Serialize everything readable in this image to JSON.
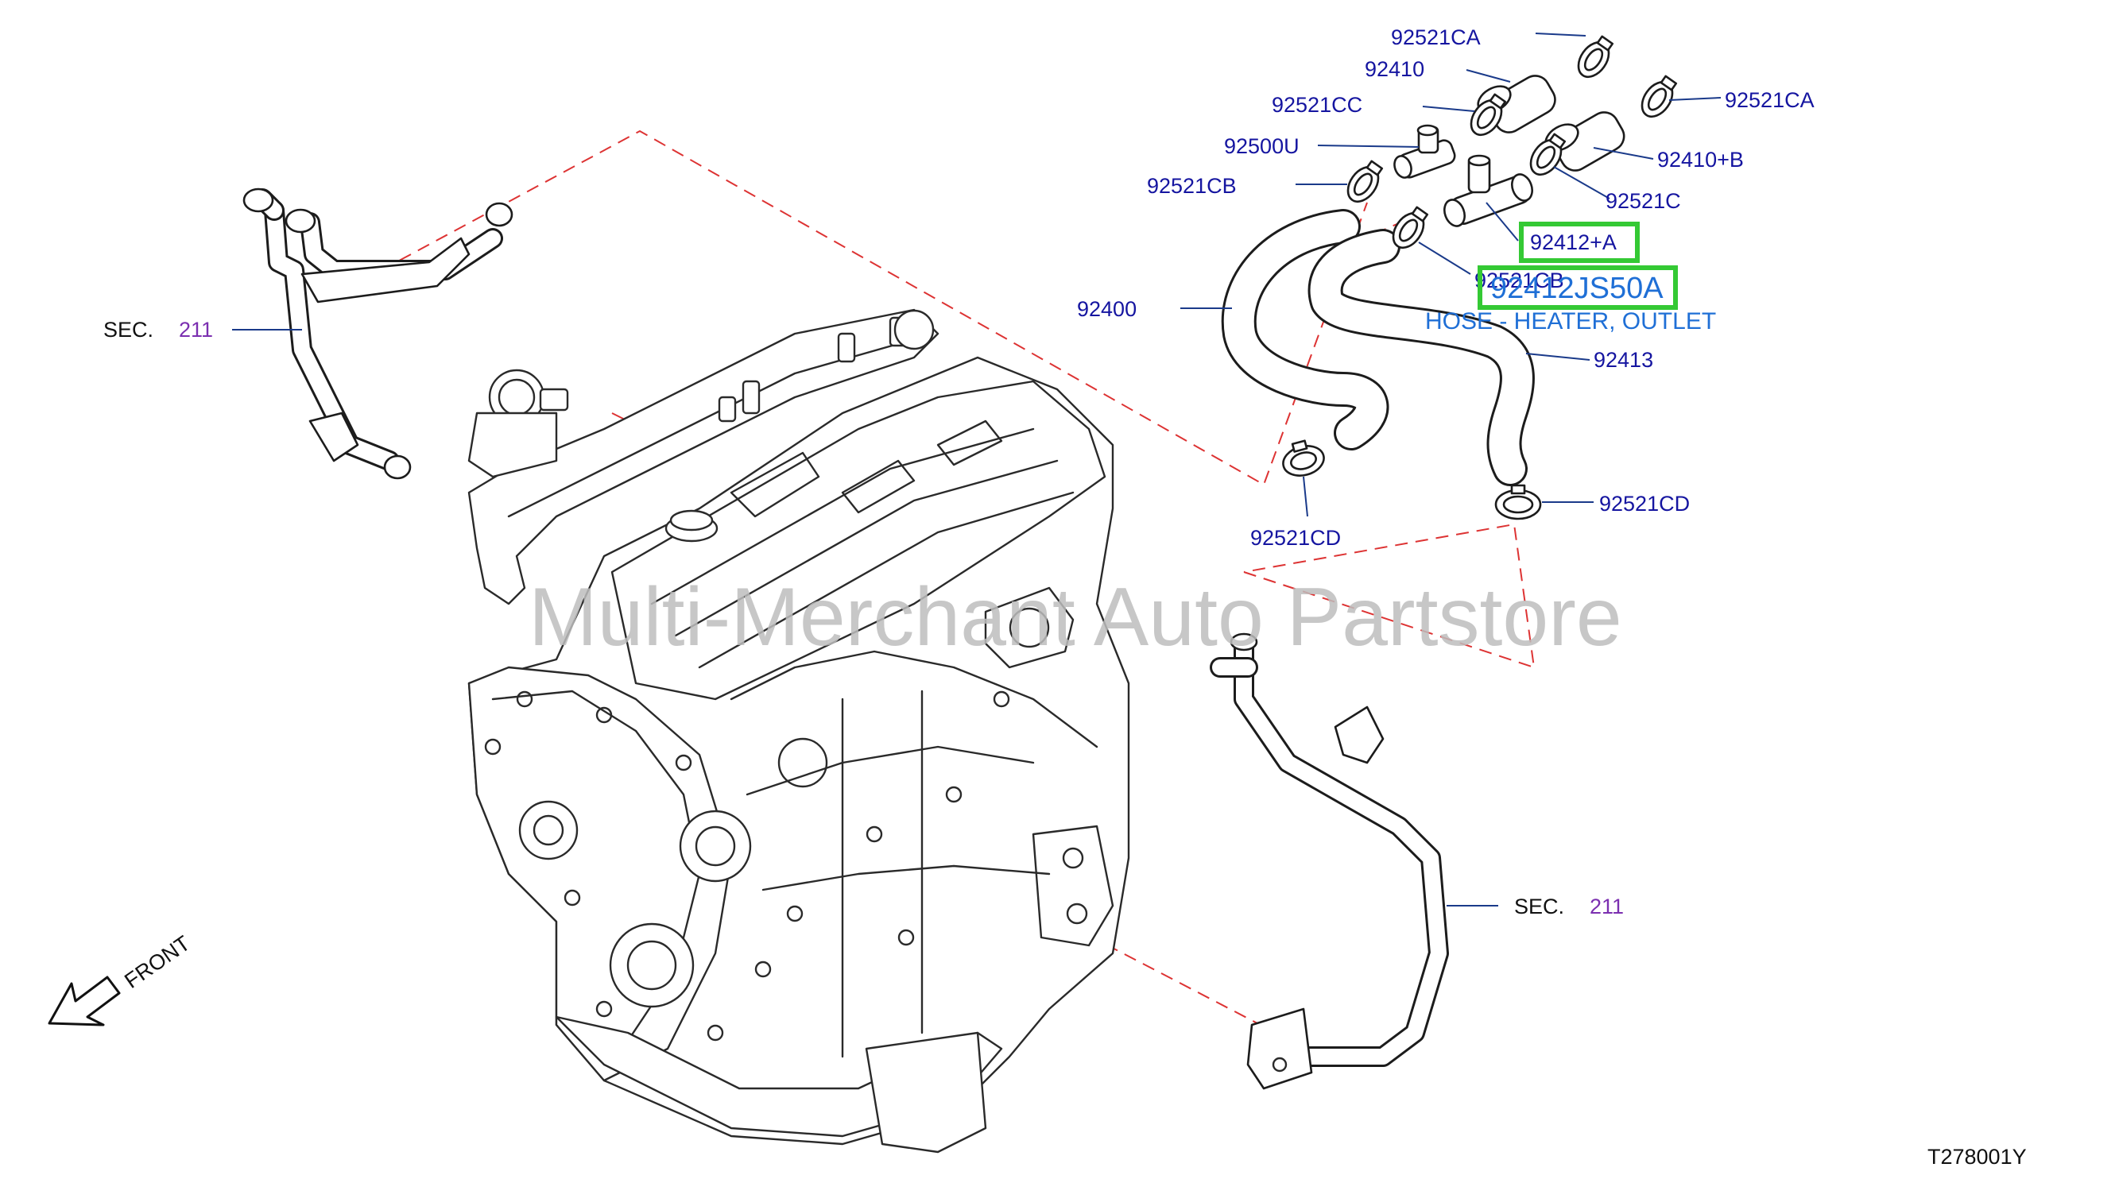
{
  "colors": {
    "label": "#1515a0",
    "section_number": "#7b2fb0",
    "highlight_border": "#34c934",
    "highlight_text": "#1f6fd6",
    "watermark": "#bdbdbd",
    "dash_line": "#d33333",
    "leader": "#1a3a8a"
  },
  "labels": {
    "p92521CA_top": "92521CA",
    "p92410": "92410",
    "p92521CC": "92521CC",
    "p92521CA_right": "92521CA",
    "p92500U": "92500U",
    "p92410B": "92410+B",
    "p92521CB_left": "92521CB",
    "p92521C": "92521C",
    "p92412A": "92412+A",
    "p92521CB_mid": "92521CB",
    "p92400": "92400",
    "p92413": "92413",
    "p92521CD_left": "92521CD",
    "p92521CD_right": "92521CD"
  },
  "highlight": {
    "part_number": "92412JS50A",
    "description": "HOSE - HEATER, OUTLET"
  },
  "sections": {
    "left_label": "SEC.",
    "left_number": "211",
    "right_label": "SEC.",
    "right_number": "211"
  },
  "front_label": "FRONT",
  "watermark": "Multi-Merchant Auto Partstore",
  "diagram_code": "T278001Y"
}
